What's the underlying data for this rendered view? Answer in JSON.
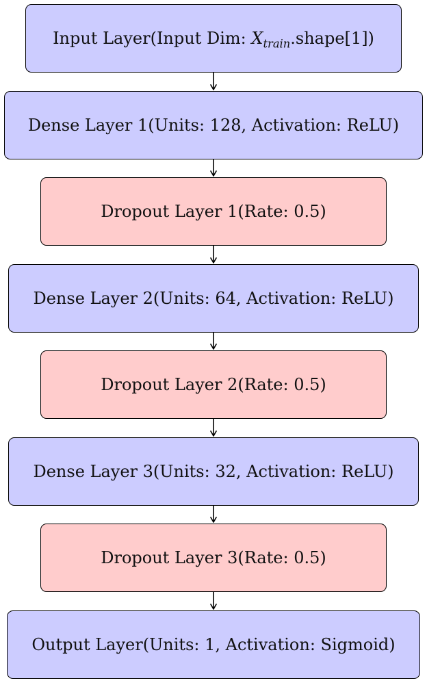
{
  "diagram": {
    "nodes": [
      {
        "prefix": "Input Layer(Input Dim: ",
        "math_var": "X",
        "math_sub": "train",
        "suffix": ".shape[1])",
        "type": "dense",
        "fill": "#ccccff"
      },
      {
        "label": "Dense Layer 1(Units: 128, Activation: ReLU)",
        "type": "dense",
        "fill": "#ccccff"
      },
      {
        "label": "Dropout Layer 1(Rate: 0.5)",
        "type": "dropout",
        "fill": "#ffcccc"
      },
      {
        "label": "Dense Layer 2(Units: 64, Activation: ReLU)",
        "type": "dense",
        "fill": "#ccccff"
      },
      {
        "label": "Dropout Layer 2(Rate: 0.5)",
        "type": "dropout",
        "fill": "#ffcccc"
      },
      {
        "label": "Dense Layer 3(Units: 32, Activation: ReLU)",
        "type": "dense",
        "fill": "#ccccff"
      },
      {
        "label": "Dropout Layer 3(Rate: 0.5)",
        "type": "dropout",
        "fill": "#ffcccc"
      },
      {
        "label": "Output Layer(Units: 1, Activation: Sigmoid)",
        "type": "dense",
        "fill": "#ccccff"
      }
    ],
    "edges": [
      {
        "from": 0,
        "to": 1
      },
      {
        "from": 1,
        "to": 2
      },
      {
        "from": 2,
        "to": 3
      },
      {
        "from": 3,
        "to": 4
      },
      {
        "from": 4,
        "to": 5
      },
      {
        "from": 5,
        "to": 6
      },
      {
        "from": 6,
        "to": 7
      }
    ]
  }
}
